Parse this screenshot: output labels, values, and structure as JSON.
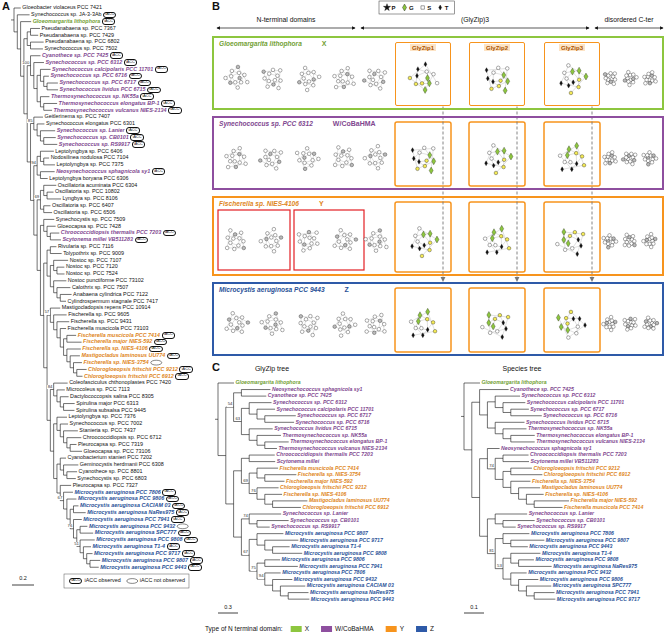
{
  "diagram": {
    "nodes": [
      {
        "text": [
          "Gloeomargarita lithophora",
          "X"
        ]
      },
      {
        "text": [
          "GlyZip1"
        ],
        "in": 0
      },
      {
        "text": [
          "GlyZip2"
        ],
        "in": 0
      },
      {
        "text": [
          "GlyZip3"
        ],
        "in": 0
      },
      {
        "text": [
          "Synechococcus sp. PCC 6312",
          "W/CoBaHMA"
        ]
      },
      {
        "text": [
          "Fischerella sp. NIES-4106",
          "Y"
        ]
      },
      {
        "text": [
          "Microcystis aeruginosa PCC 9443",
          "Z"
        ]
      }
    ],
    "edges": [
      {
        "from": 1,
        "to": 6,
        "arrow": "to"
      },
      {
        "from": 2,
        "to": 6,
        "arrow": "to"
      },
      {
        "from": 3,
        "to": 6,
        "arrow": "to"
      }
    ],
    "labels": [
      "A",
      "Gloeobacter violaceus PCC 7421",
      "Synechococcus sp. JA-3-3Ab",
      "Gloeomargarita lithophora",
      "Pseudanabaena sp. PCC 7367",
      "Pseudanabaena sp. PCC 7429",
      "Pseudanabaena sp. PCC 6802",
      "Synechococcus sp. PCC 7502",
      "Cyanothece sp. PCC 7425",
      "Synechococcus sp. PCC 6312",
      "Synechococcus calcipolaris PCC 11701",
      "Synechococcus sp. PCC 6716",
      "Synechococcus sp. PCC 6717",
      "Synechococcus lividus PCC 6715",
      "Thermosynechococcus sp. NK55a",
      "Thermosynechococcus elongatus BP-1",
      "Thermosynechococcus vulcanus NIES-2134",
      "Geitlerinema sp. PCC 7407",
      "Synechococcus elongatus PCC 6301",
      "Synechococcus sp. Lanier",
      "Synechococcus sp. CB0101",
      "Synechococcus sp. RS9917",
      "Leptolyngbya sp. PCC 6406",
      "Nodosilinea nodulosa PCC 7104",
      "Leptolyngbya sp. PCC 7375",
      "Neosynechococcus sphagnicola sy1",
      "Leptolyngbya boryana PCC 6306",
      "Oscillatoria acuminata PCC 6304",
      "Oscillatoria sp. PCC 10802",
      "Lyngbya sp. PCC 8106",
      "Oscillatoria sp. PCC 6407",
      "Oscillatoria sp. PCC 6506",
      "Synechocystis sp. PCC 7509",
      "Gloeocapsa sp. PCC 7428",
      "Chroococcidiopsis thermalis PCC 7203",
      "Scytonema millei VB511283",
      "Rivularia sp. PCC 7116",
      "Tolypothrix sp. PCC 9009",
      "Nostoc sp. PCC 7107",
      "Nostoc sp. PCC 7120",
      "Nostoc sp. PCC 7524",
      "Nostoc punctiforme PCC 73102",
      "Calothrix sp. PCC 7507",
      "Anabaena cylindrica PCC 7122",
      "Cylindrospermum stagnale PCC 7417",
      "Mastigocladopsis repens PCC 10914",
      "Fischerella sp. PCC 9605",
      "Fischerella sp. PCC 9431",
      "Fischerella muscicola PCC 73103",
      "Fischerella muscicola PCC 7414",
      "Fischerella major NIES-592",
      "Fischerella sp. NIES-4106",
      "Mastigocladus laminosus UU774",
      "Fischerella sp. NIES-3754",
      "Chlorogloeopsis fritschii PCC 9212",
      "Chlorogloeopsis fritschii PCC 6912",
      "Coleofasciculus chthonoplastes PCC 7420",
      "Microcoleus sp. PCC 7113",
      "Dactylococcopsis salina PCC 8305",
      "Spirulina major PCC 6313",
      "Spirulina subsalsa PCC 9445",
      "Leptolyngbya sp. PCC 7376",
      "Synechococcus sp. PCC 7002",
      "Stanieria sp. PCC 7437",
      "Chroococcidiopsis sp. PCC 6712",
      "Pleurocapsa sp. PCC 7319",
      "Gloeocapsa sp. PCC 73106",
      "Cyanobacterium stanieri PCC 7202",
      "Geminocystis herdmanii PCC 6308",
      "Cyanothece sp. PCC 8801",
      "Synechocystis sp. PCC 6803",
      "Pleurocapsa sp. PCC 7327",
      "Microcystis aeruginosa PCC 7806",
      "Microcystis aeruginosa PCC 9806",
      "Microcystis aeruginosa CACIAM 03",
      "Microcystis aeruginosa NaRes975",
      "Microcystis aeruginosa PCC 7941",
      "Microcystis aeruginosa PCC 9432",
      "Microcystis aeruginosa SPC777",
      "Microcystis aeruginosa PCC 9808",
      "Microcystis aeruginosa T1-4",
      "Microcystis aeruginosa PCC 9717",
      "Microcystis aeruginosa PCC 9807",
      "Microcystis aeruginosa PCC 9443",
      "iACC",
      "iACC",
      "iACC",
      "iACC",
      "iACC",
      "iACC",
      "iACC",
      "iACC",
      "iACC",
      "iACC",
      "iACC",
      "iACC",
      "iACC",
      "iACC",
      "iACC",
      "iACC",
      "iACC",
      "iACC",
      "iACC",
      "iACC",
      "iACC",
      "iACC",
      "iACC",
      "iACC",
      "iACC",
      "iACC",
      "iACC",
      "iACC",
      "iACC",
      "iACC",
      "iACC",
      "iACC",
      "iACC",
      "iACC",
      "iACC",
      "85",
      "94",
      "69",
      "100",
      "57",
      "84",
      "67",
      "76",
      "51",
      "0.2",
      "B",
      "N-terminal domains",
      "(GlyZip)3",
      "disordered C-ter",
      "C",
      "GlyZip tree",
      "Gloeomargarita lithophora",
      "Neosynechococcus sphagnicola sy1",
      "Cyanothece sp. PCC 7425",
      "Synechococcus sp. PCC 6312",
      "Synechococcus calcipolaris PCC 11701",
      "Synechococcus sp. PCC 6717",
      "Synechococcus sp. PCC 6716",
      "Synechococcus lividus PCC 6715",
      "Thermosynechococcus sp. NK55a",
      "Thermosynechococcus elongatus BP-1",
      "Thermosynechococcus vulcanus NIES-2134",
      "Chroococcidiopsis thermalis PCC 7203",
      "Scytonema millei",
      "Fischerella muscicola PCC 7414",
      "Fischerella sp. NIES-3754",
      "Fischerella major NIES-592",
      "Chlorogloeopsis fritschii PCC 9212",
      "Fischerella sp. NIES-4106",
      "Mastigocladus laminosus UU774",
      "Chlorogloeopsis fritschii PCC 6912",
      "Synechococcus sp. Lanier",
      "Synechococcus sp. CB0101",
      "Synechococcus sp. RS9917",
      "Microcystis aeruginosa PCC 9807",
      "Microcystis aeruginosa PCC 9717",
      "Microcystis aeruginosa T1-4",
      "Microcystis aeruginosa PCC 9808",
      "Microcystis aeruginosa PCC 9806",
      "Microcystis aeruginosa PCC 7941",
      "Microcystis aeruginosa PCC 7806",
      "Microcystis aeruginosa PCC 9432",
      "Microcystis aeruginosa CACIAM 03",
      "Microcystis aeruginosa NaRes975",
      "Microcystis aeruginosa PCC 9443",
      "54",
      "63",
      "69",
      "76",
      "74",
      "67",
      "75",
      "94",
      "0.3",
      "Species tree",
      "Gloeomargarita lithophora",
      "Cyanothece sp. PCC 7425",
      "Synechococcus sp. PCC 6312",
      "Synechococcus calcipolaris PCC 11701",
      "Synechococcus sp. PCC 6717",
      "Synechococcus sp. PCC 6716",
      "Synechococcus lividus PCC 6715",
      "Thermosynechococcus sp. NK55a",
      "Thermosynechococcus elongatus BP-1",
      "Thermosynechococcus vulcanus NIES-2134",
      "Neosynechococcus sphagnicola sy1",
      "Chroococcidiopsis thermalis PCC 7203",
      "Scytonema millei VB511283",
      "Chlorogloeopsis fritschii PCC 9212",
      "Chlorogloeopsis fritschii PCC 6912",
      "Fischerella sp. NIES-3754",
      "Mastigocladus laminosus UU774",
      "Fischerella sp. NIES-4106",
      "Fischerella major NIES-592",
      "Fischerella muscicola PCC 7414",
      "Synechococcus sp. Lanier",
      "Synechococcus sp. CB0101",
      "Synechococcus sp. RS9917",
      "Microcystis aeruginosa PCC 7806",
      "Microcystis aeruginosa PCC 9807",
      "Microcystis aeruginosa PCC 9443",
      "Microcystis aeruginosa T1-4",
      "Microcystis aeruginosa PCC 9808",
      "Microcystis aeruginosa NaRes975",
      "Microcystis aeruginosa PCC 9432",
      "Microcystis aeruginosa PCC 9806",
      "Microcystis aeruginosa SPC777",
      "Microcystis aeruginosa PCC 7941",
      "Microcystis aeruginosa PCC 9717",
      "74",
      "81",
      "53",
      "0.1",
      "Type of N terminal domain:"
    ],
    "legend": [
      {
        "text": "iACC observed"
      },
      {
        "text": "iACC not observed"
      },
      {
        "text": "P"
      },
      {
        "text": "G"
      },
      {
        "text": "S"
      },
      {
        "text": "T"
      },
      {
        "text": "X",
        "color": "#8dc63f"
      },
      {
        "text": "W/CoBaHMA",
        "color": "#8e4f9f"
      },
      {
        "text": "Y",
        "color": "#f7941d"
      },
      {
        "text": "Z",
        "color": "#2e5aa8"
      }
    ]
  }
}
